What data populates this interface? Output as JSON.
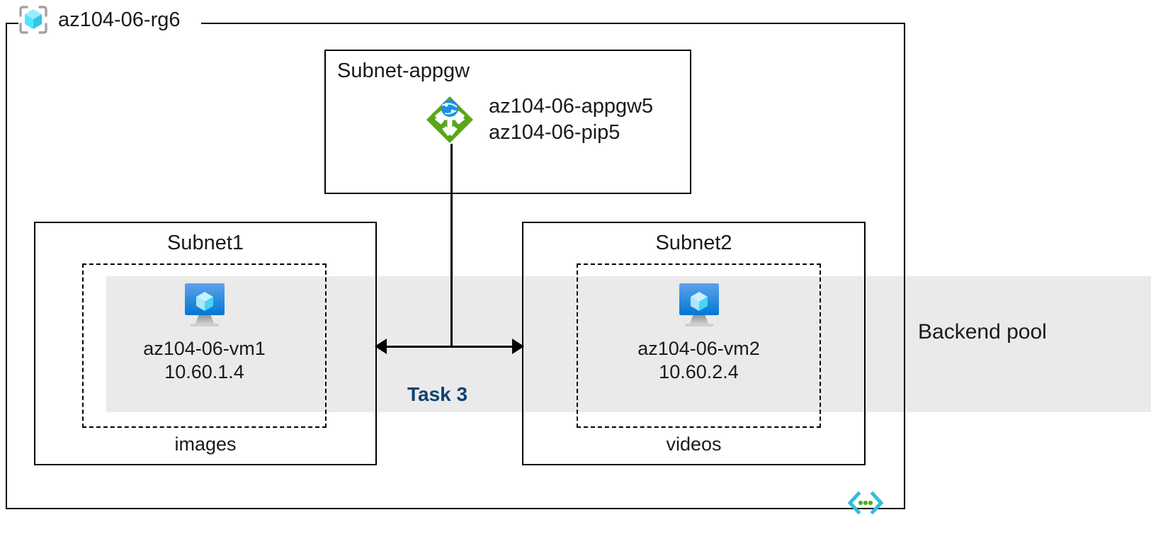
{
  "diagram": {
    "resource_group": {
      "name": "az104-06-rg6",
      "icon": "resource-group-cube-icon"
    },
    "backend_pool": {
      "label": "Backend pool",
      "band_color": "#eaeaea"
    },
    "vnet_icon": "virtual-network-icon",
    "connector": {
      "task_label": "Task 3",
      "task_label_color": "#0d4273",
      "line_color": "#000000"
    },
    "subnets": [
      {
        "id": "subnet-appgw",
        "title": "Subnet-appgw",
        "title_align": "left",
        "resource_icon": "application-gateway-icon",
        "resource_labels": [
          "az104-06-appgw5",
          "az104-06-pip5"
        ]
      },
      {
        "id": "subnet1",
        "title": "Subnet1",
        "title_align": "center",
        "vm_icon": "virtual-machine-icon",
        "vm_name": "az104-06-vm1",
        "vm_ip": "10.60.1.4",
        "footer": "images"
      },
      {
        "id": "subnet2",
        "title": "Subnet2",
        "title_align": "center",
        "vm_icon": "virtual-machine-icon",
        "vm_name": "az104-06-vm2",
        "vm_ip": "10.60.2.4",
        "footer": "videos"
      }
    ],
    "colors": {
      "appgw_green": "#59a618",
      "appgw_globe_blue": "#1f8fe0",
      "vm_blue_top": "#5ea2ec",
      "vm_blue_bottom": "#0078d4",
      "rg_cube_cyan": "#50e6ff",
      "vnet_cyan": "#32bedd",
      "vnet_green": "#4caf27",
      "border_black": "#000000"
    }
  }
}
